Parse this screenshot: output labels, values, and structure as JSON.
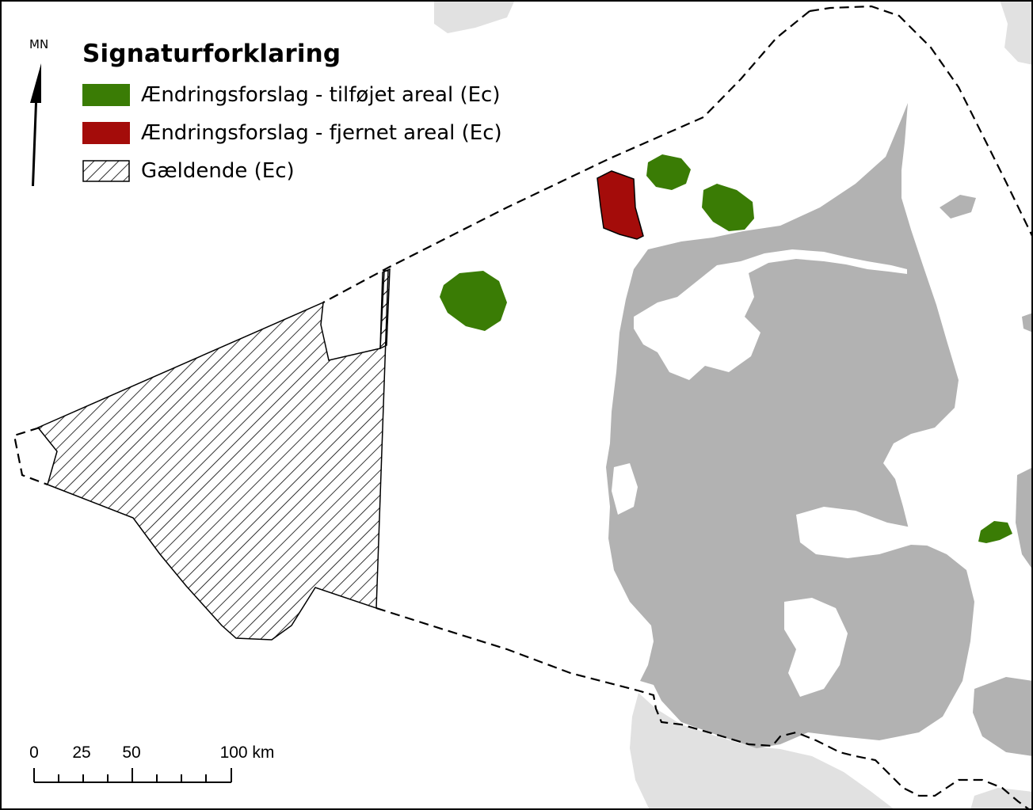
{
  "legend": {
    "title": "Signaturforklaring",
    "items": [
      {
        "label": "Ændringsforslag - tilføjet areal (Ec)",
        "swatch": "green-fill"
      },
      {
        "label": "Ændringsforslag - fjernet areal (Ec)",
        "swatch": "red-fill"
      },
      {
        "label": "Gældende (Ec)",
        "swatch": "hatched"
      }
    ]
  },
  "north_arrow": {
    "label": "MN"
  },
  "scale_bar": {
    "ticks": [
      "0",
      "25",
      "50",
      "100 km"
    ]
  },
  "colors": {
    "added_area": "#3a7c05",
    "removed_area": "#a40c0a",
    "land_denmark": "#b2b2b2",
    "land_other": "#e1e1e1",
    "sea": "#ffffff",
    "boundary": "#000000"
  }
}
